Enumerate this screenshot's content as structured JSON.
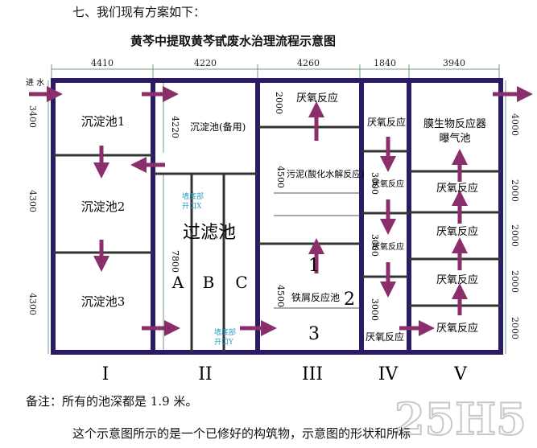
{
  "intro": "七、我们现有方案如下：",
  "title": "黄芩中提取黄芩甙废水治理流程示意图",
  "note": "备注：所有的池深都是 1.9 米。",
  "footer": "这个示意图所示的是一个已修好的构筑物，示意图的形状和所标",
  "top_dims": [
    "4410",
    "4220",
    "4260",
    "1840",
    "3940"
  ],
  "inlet_label": "进 水",
  "left_dims": [
    "3400",
    "4300",
    "4300"
  ],
  "right_dims": [
    "4000",
    "2000",
    "2000",
    "2000",
    "2000"
  ],
  "col1": {
    "tank1": "沉淀池1",
    "tank2": "沉淀池2",
    "tank3": "沉淀池3"
  },
  "col2": {
    "dim_top": "4220",
    "spare_tank": "沉淀池(备用)",
    "filter": "过滤池",
    "abc": [
      "A",
      "B",
      "C"
    ],
    "dim_filter": "7800",
    "wall_x": "墙底部\n开口X",
    "wall_y": "墙底部\n开口Y"
  },
  "col3": {
    "dim_top": "2000",
    "anaerobic": "厌氧反应",
    "sludge": "污泥(酸化水解反应)",
    "dim_mid": "4500",
    "n1": "1",
    "n2": "2",
    "n3": "3",
    "iron": "铁屑反应池",
    "dim_low": "4500"
  },
  "col4": {
    "top": "厌氧反应",
    "mid1": "厌氧反应",
    "mid2": "厌氧反应",
    "bot": "厌氧反应",
    "dims": [
      "3000",
      "3000",
      "3000"
    ]
  },
  "col5": {
    "membrane": "膜生物反应器",
    "aeration": "曝气池",
    "anaerobic": [
      "厌氧反应",
      "厌氧反应",
      "厌氧反应",
      "厌氧反应"
    ]
  },
  "roman": [
    "I",
    "II",
    "III",
    "IV",
    "V"
  ],
  "watermark": "25H5",
  "colors": {
    "wall": "#2c1a66",
    "arrow": "#8b2f6b",
    "dim": "#6aa37c",
    "inner": "#333333"
  }
}
